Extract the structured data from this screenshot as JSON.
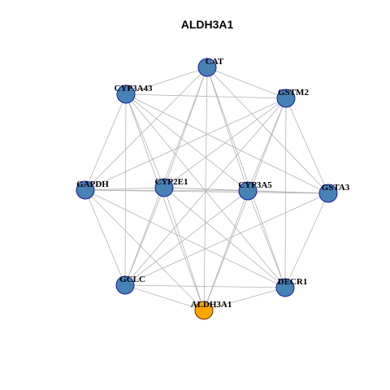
{
  "title": "ALDH3A1",
  "colors": {
    "node_fill": "#4682B4",
    "node_stroke": "#1a1aa6",
    "focus_fill": "#FFA500",
    "focus_stroke": "#6b2a00",
    "edge": "#b3b3b3"
  },
  "nodes": [
    {
      "id": "CAT",
      "label": "CAT"
    },
    {
      "id": "GSTM2",
      "label": "GSTM2"
    },
    {
      "id": "GSTA3",
      "label": "GSTA3"
    },
    {
      "id": "DECR1",
      "label": "DECR1"
    },
    {
      "id": "ALDH3A1",
      "label": "ALDH3A1",
      "focus": true
    },
    {
      "id": "GCLC",
      "label": "GCLC"
    },
    {
      "id": "GAPDH",
      "label": "GAPDH"
    },
    {
      "id": "CYP3A43",
      "label": "CYP3A43"
    },
    {
      "id": "CYP2E1",
      "label": "CYP2E1"
    },
    {
      "id": "CYP3A5",
      "label": "CYP3A5"
    }
  ],
  "edges": [
    [
      "CAT",
      "GSTM2"
    ],
    [
      "CAT",
      "GSTA3"
    ],
    [
      "CAT",
      "DECR1"
    ],
    [
      "CAT",
      "ALDH3A1"
    ],
    [
      "CAT",
      "GCLC"
    ],
    [
      "CAT",
      "GAPDH"
    ],
    [
      "CAT",
      "CYP3A43"
    ],
    [
      "CAT",
      "CYP2E1"
    ],
    [
      "CAT",
      "CYP3A5"
    ],
    [
      "GSTM2",
      "GSTA3"
    ],
    [
      "GSTM2",
      "DECR1"
    ],
    [
      "GSTM2",
      "ALDH3A1"
    ],
    [
      "GSTM2",
      "GCLC"
    ],
    [
      "GSTM2",
      "GAPDH"
    ],
    [
      "GSTM2",
      "CYP3A43"
    ],
    [
      "GSTM2",
      "CYP2E1"
    ],
    [
      "GSTM2",
      "CYP3A5"
    ],
    [
      "GSTA3",
      "DECR1"
    ],
    [
      "GSTA3",
      "GCLC"
    ],
    [
      "GSTA3",
      "GAPDH"
    ],
    [
      "GSTA3",
      "CYP3A43"
    ],
    [
      "GSTA3",
      "CYP2E1"
    ],
    [
      "GSTA3",
      "CYP3A5"
    ],
    [
      "DECR1",
      "ALDH3A1"
    ],
    [
      "DECR1",
      "GCLC"
    ],
    [
      "DECR1",
      "GAPDH"
    ],
    [
      "DECR1",
      "CYP3A43"
    ],
    [
      "DECR1",
      "CYP2E1"
    ],
    [
      "DECR1",
      "CYP3A5"
    ],
    [
      "ALDH3A1",
      "GCLC"
    ],
    [
      "ALDH3A1",
      "GAPDH"
    ],
    [
      "ALDH3A1",
      "CYP3A43"
    ],
    [
      "ALDH3A1",
      "CYP2E1"
    ],
    [
      "ALDH3A1",
      "CYP3A5"
    ],
    [
      "GCLC",
      "GAPDH"
    ],
    [
      "GCLC",
      "CYP3A43"
    ],
    [
      "GCLC",
      "CYP2E1"
    ],
    [
      "GCLC",
      "CYP3A5"
    ],
    [
      "GAPDH",
      "CYP3A43"
    ],
    [
      "GAPDH",
      "CYP2E1"
    ],
    [
      "GAPDH",
      "CYP3A5"
    ],
    [
      "CYP3A43",
      "CYP2E1"
    ],
    [
      "CYP3A43",
      "CYP3A5"
    ],
    [
      "CYP2E1",
      "CYP3A5"
    ]
  ]
}
